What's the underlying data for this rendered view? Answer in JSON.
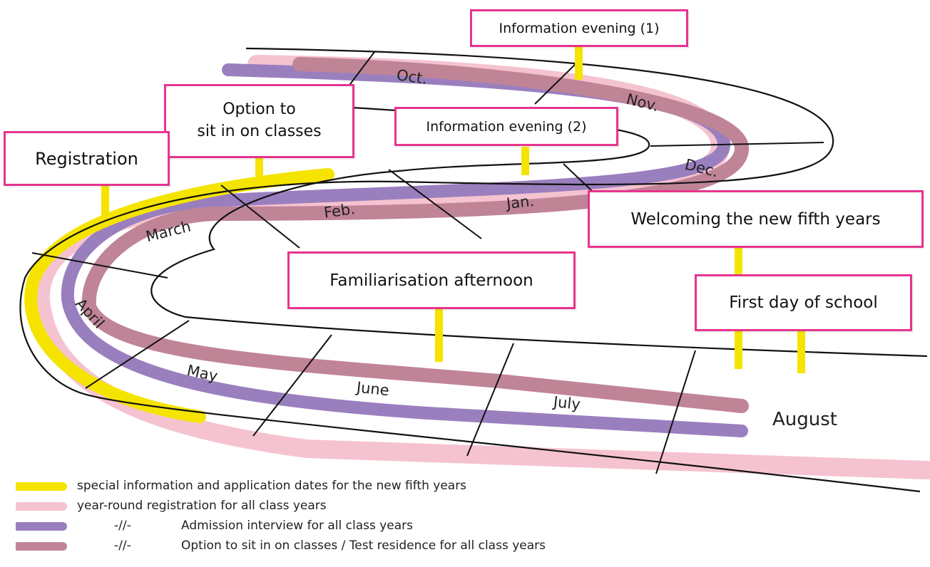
{
  "colors": {
    "yellow": "#f4e400",
    "pink": "#f5c3d0",
    "purple": "#9a7fbe",
    "mauve": "#c08497",
    "callout_border": "#e6348f"
  },
  "months": {
    "oct": "Oct.",
    "nov": "Nov.",
    "dec": "Dec.",
    "jan": "Jan.",
    "feb": "Feb.",
    "march": "March",
    "april": "April",
    "may": "May",
    "june": "June",
    "july": "July",
    "august": "August"
  },
  "callouts": {
    "info_evening_1": "Information evening (1)",
    "info_evening_2": "Information evening (2)",
    "sit_in_line1": "Option to",
    "sit_in_line2": "sit in on classes",
    "registration": "Registration",
    "welcoming": "Welcoming the new fifth years",
    "familiarisation": "Familiarisation afternoon",
    "first_day": "First day of school"
  },
  "legend": [
    {
      "ditto": "",
      "text": "special information and application dates for the new fifth years",
      "color": "#f4e400"
    },
    {
      "ditto": "",
      "text": "year-round registration for all class years",
      "color": "#f5c3d0"
    },
    {
      "ditto": "-//-",
      "text": "Admission interview for all class years",
      "color": "#9a7fbe"
    },
    {
      "ditto": "-//-",
      "text": "Option to sit in on classes / Test residence for all class years",
      "color": "#c08497"
    }
  ]
}
